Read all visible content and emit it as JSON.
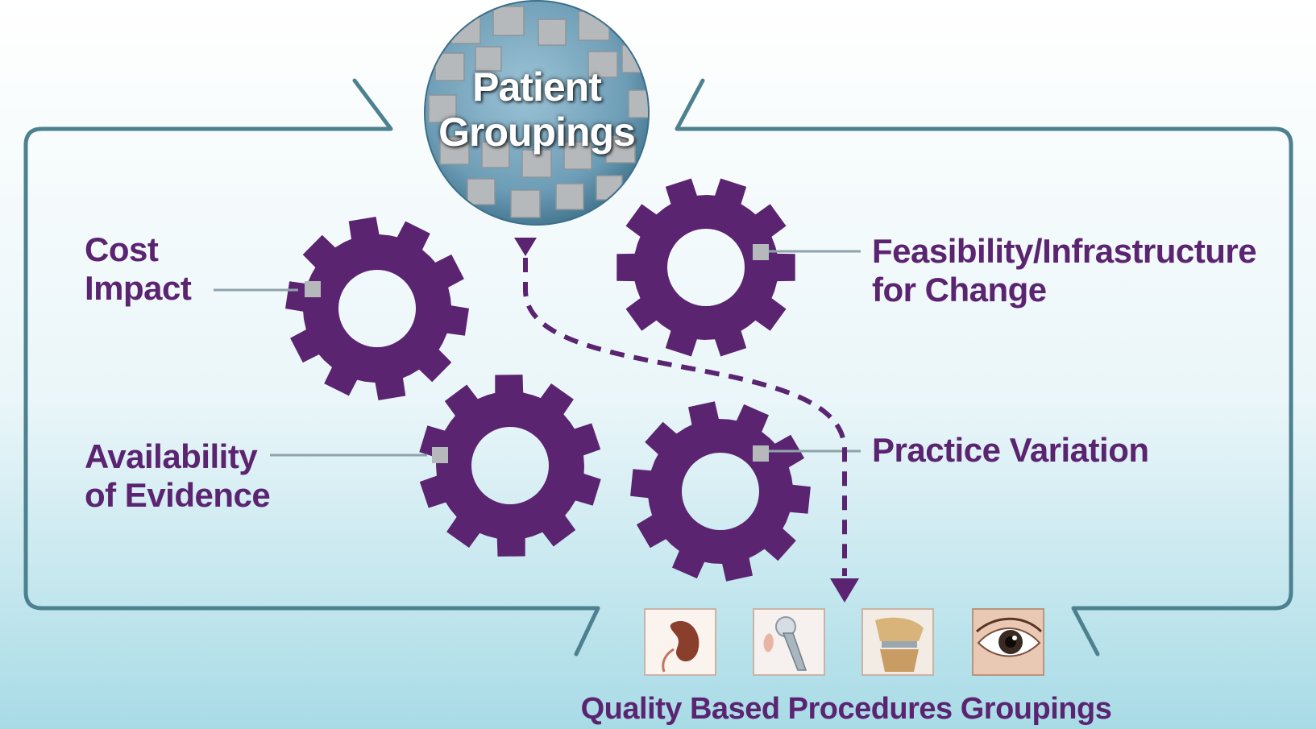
{
  "hub": {
    "title_line1": "Patient",
    "title_line2": "Groupings"
  },
  "factors": {
    "cost_line1": "Cost",
    "cost_line2": "Impact",
    "availability_line1": "Availability",
    "availability_line2": "of Evidence",
    "feasibility_line1": "Feasibility/Infrastructure",
    "feasibility_line2": "for Change",
    "practice": "Practice Variation"
  },
  "outcome": {
    "label": "Quality Based Procedures Groupings",
    "thumbnails": [
      "kidney-icon",
      "hip-implant-icon",
      "knee-joint-icon",
      "eye-icon"
    ]
  },
  "colors": {
    "gear": "#5b2471",
    "label_text": "#5b2471",
    "frame": "#4d8190",
    "connector": "#8fa3ab",
    "background_top": "#ffffff",
    "background_bottom": "#a8dbe6"
  }
}
